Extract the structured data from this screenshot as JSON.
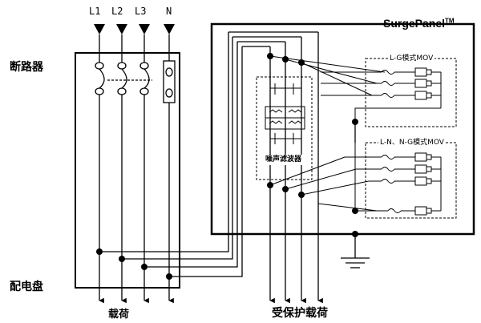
{
  "phases": [
    "L1",
    "L2",
    "L3",
    "N"
  ],
  "labels": {
    "breaker": "断路器",
    "distribution_panel": "配电盘",
    "load": "载荷",
    "protected_load": "受保护载荷",
    "filter": "噪声滤波器",
    "lg_mode": "L-G模式MOV",
    "ln_ng_mode": "L-N、N-G模式MOV",
    "brand": "SurgePanel",
    "brand_mark": "TM"
  }
}
